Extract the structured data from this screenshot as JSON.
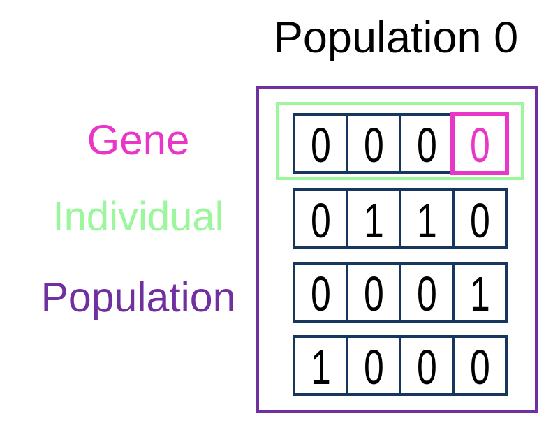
{
  "title": "Population 0",
  "labels": [
    {
      "id": "gene",
      "text": "Gene"
    },
    {
      "id": "individual",
      "text": "Individual"
    },
    {
      "id": "population",
      "text": "Population"
    }
  ],
  "colors": {
    "magenta": "#E936C9",
    "green": "#9CF69C",
    "purple": "#7030A0",
    "navy": "#17365D",
    "digit": "#000000",
    "background": "#FFFFFF"
  },
  "chart_data": {
    "type": "table",
    "title": "Population 0",
    "rows": [
      {
        "cells": [
          "0",
          "0",
          "0",
          "0"
        ]
      },
      {
        "cells": [
          "0",
          "1",
          "1",
          "0"
        ]
      },
      {
        "cells": [
          "0",
          "0",
          "0",
          "1"
        ]
      },
      {
        "cells": [
          "1",
          "0",
          "0",
          "0"
        ]
      }
    ],
    "highlight": {
      "row": 0,
      "col": 3
    }
  }
}
